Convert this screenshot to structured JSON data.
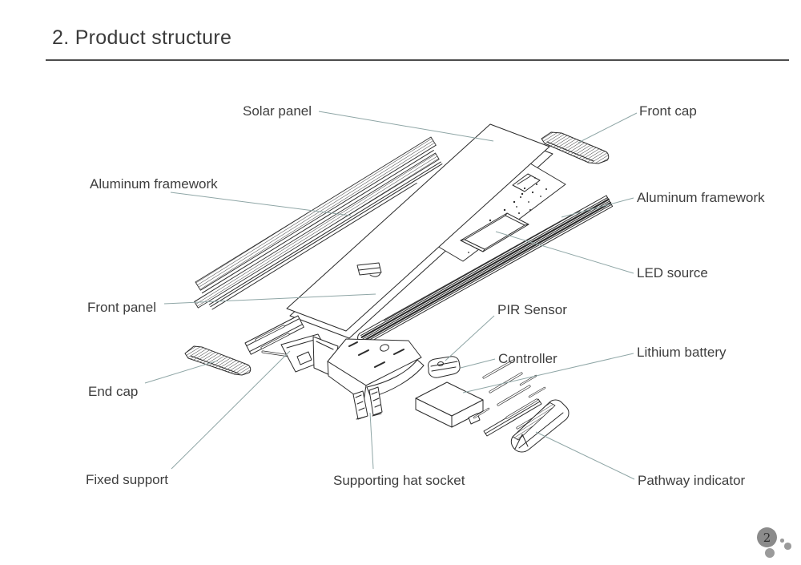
{
  "page": {
    "title": "2. Product structure",
    "page_number": "2"
  },
  "diagram": {
    "labels": {
      "solar_panel": "Solar panel",
      "front_cap": "Front cap",
      "aluminum_framework_left": "Aluminum framework",
      "aluminum_framework_right": "Aluminum framework",
      "led_source": "LED source",
      "front_panel": "Front panel",
      "end_cap": "End cap",
      "pir_sensor": "PIR Sensor",
      "controller": "Controller",
      "lithium_battery": "Lithium battery",
      "fixed_support": "Fixed support",
      "supporting_hat_socket": "Supporting hat socket",
      "pathway_indicator": "Pathway indicator"
    },
    "colors": {
      "line": "#2b2b2b",
      "leader": "#8fa6a6",
      "badge": "#8b8b8b"
    }
  }
}
